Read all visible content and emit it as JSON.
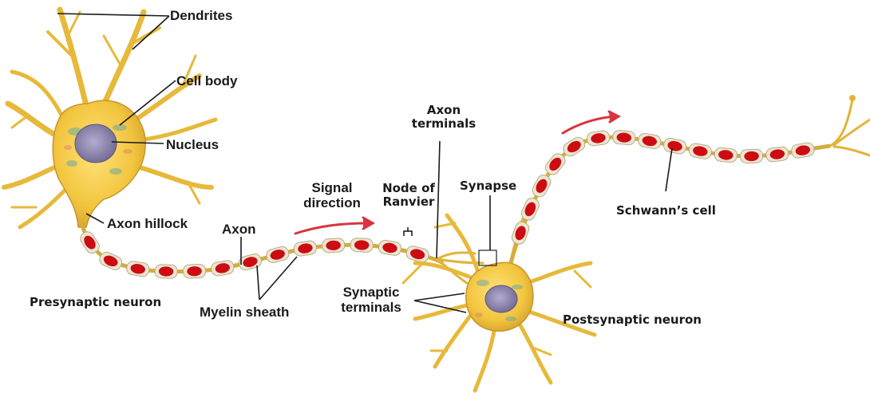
{
  "labels": {
    "dendrites": "Dendrites",
    "cell_body": "Cell body",
    "nucleus": "Nucleus",
    "axon_hillock": "Axon hillock",
    "axon": "Axon",
    "signal_direction_1": "Signal",
    "signal_direction_2": "direction",
    "node_of_ranvier_1": "Node of",
    "node_of_ranvier_2": "Ranvier",
    "axon_terminals_1": "Axon",
    "axon_terminals_2": "terminals",
    "synapse": "Synapse",
    "schwanns_cell": "Schwann’s cell",
    "presynaptic_neuron": "Presynaptic neuron",
    "myelin_sheath": "Myelin sheath",
    "synaptic_terminals_1": "Synaptic",
    "synaptic_terminals_2": "terminals",
    "postsynaptic_neuron": "Postsynaptic neuron"
  },
  "colors": {
    "cell": "#f2c53e",
    "cell_edge": "#c9962a",
    "nucleus": "#8f88b0",
    "myelin": "#ece6d2",
    "schwann_nucleus": "#cc0c12",
    "arrow": "#d9343f"
  }
}
